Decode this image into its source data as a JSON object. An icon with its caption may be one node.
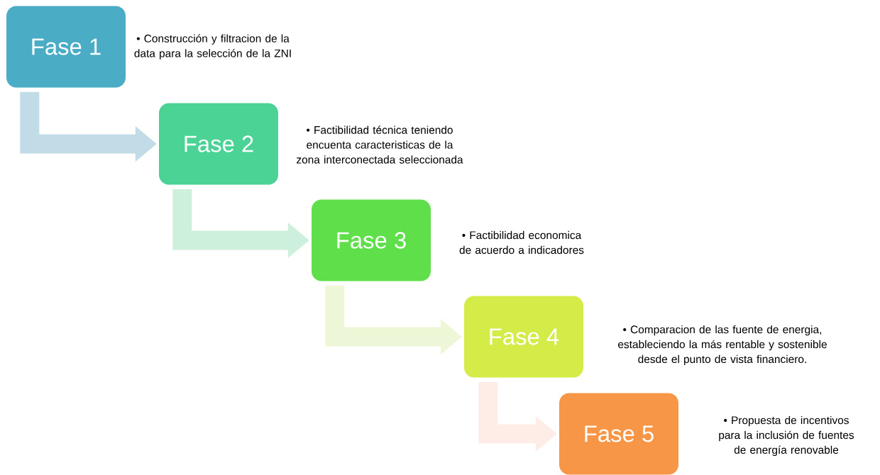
{
  "diagram": {
    "nodes": [
      {
        "text": [
          "Fase 1"
        ],
        "beside": [
          "• Construcción y filtracion de la data para la selección de la ZNI"
        ]
      },
      {
        "text": [
          "Fase 2"
        ],
        "beside": [
          "• Factibilidad técnica teniendo encuenta caracteristicas de la zona interconectada seleccionada"
        ]
      },
      {
        "text": [
          "Fase 3"
        ],
        "beside": [
          "• Factibilidad economica de acuerdo a indicadores"
        ]
      },
      {
        "text": [
          "Fase 4"
        ],
        "beside": [
          "• Comparacion de las fuente de energia, estableciendo la más rentable y sostenible desde el punto de vista financiero."
        ]
      },
      {
        "text": [
          "Fase 5"
        ],
        "beside": [
          "• Propuesta de incentivos para la inclusión de fuentes de energía renovable"
        ]
      }
    ],
    "edges": [
      {
        "from": 0,
        "to": 1,
        "arrow": "to",
        "color": "#c1dce6"
      },
      {
        "from": 1,
        "to": 2,
        "arrow": "to",
        "color": "#ccf0dc"
      },
      {
        "from": 2,
        "to": 3,
        "arrow": "to",
        "color": "#edf7d8"
      },
      {
        "from": 3,
        "to": 4,
        "arrow": "to",
        "color": "#fdede6"
      }
    ]
  }
}
